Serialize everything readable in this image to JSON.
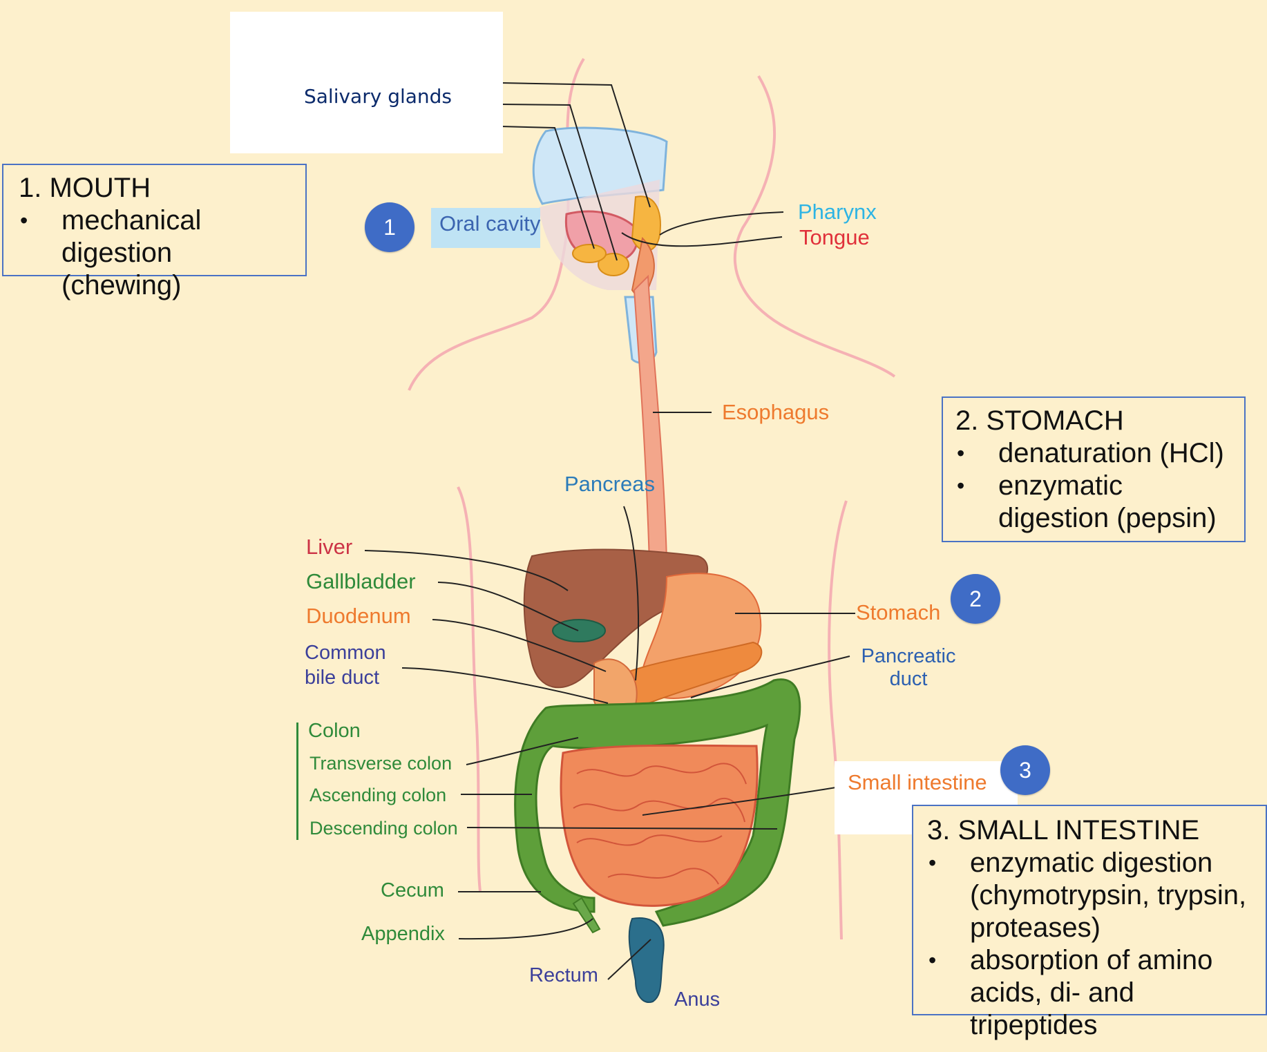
{
  "boxes": {
    "mouth": {
      "title": "1. MOUTH",
      "bullets": [
        "mechanical digestion (chewing)"
      ]
    },
    "stomach": {
      "title": "2. STOMACH",
      "bullets": [
        "denaturation (HCl)",
        "enzymatic digestion (pepsin)"
      ]
    },
    "small_intestine": {
      "title": "3. SMALL INTESTINE",
      "bullets": [
        "enzymatic digestion (chymotrypsin, trypsin, proteases)",
        "absorption of amino acids, di- and tripeptides"
      ]
    }
  },
  "markers": [
    "1",
    "2",
    "3"
  ],
  "labels": {
    "salivary_glands": "Salivary glands",
    "oral_cavity": "Oral cavity",
    "pharynx": "Pharynx",
    "tongue": "Tongue",
    "esophagus": "Esophagus",
    "pancreas": "Pancreas",
    "liver": "Liver",
    "gallbladder": "Gallbladder",
    "duodenum": "Duodenum",
    "common_bile_duct": "Common bile duct",
    "stomach": "Stomach",
    "pancreatic_duct": "Pancreatic duct",
    "colon": "Colon",
    "transverse_colon": "Transverse colon",
    "ascending_colon": "Ascending colon",
    "descending_colon": "Descending colon",
    "small_intestine": "Small intestine",
    "cecum": "Cecum",
    "appendix": "Appendix",
    "rectum": "Rectum",
    "anus": "Anus"
  },
  "colors": {
    "background": "#fdf0cc",
    "box_border": "#4a72c4",
    "marker_fill": "#3f6cc6",
    "salivary_text": "#0b2a6b",
    "oral_cavity_text": "#3b64b0",
    "oral_cavity_highlight": "#bfe3f4",
    "pharynx_text": "#2eb4e4",
    "tongue_text": "#e0303a",
    "esophagus_text": "#ee7a2e",
    "pancreas_text": "#2b7bb9",
    "liver_text": "#cc3346",
    "gallbladder_text": "#2f8a3a",
    "duodenum_text": "#ee7a2e",
    "bile_duct_text": "#3b3f9a",
    "stomach_text": "#ee7a2e",
    "pancreatic_duct_text": "#2b5fb0",
    "colon_text": "#2f8a3a",
    "small_intestine_text": "#ee7a2e",
    "rectum_text": "#3b3f9a",
    "anus_text": "#3b3f9a"
  }
}
